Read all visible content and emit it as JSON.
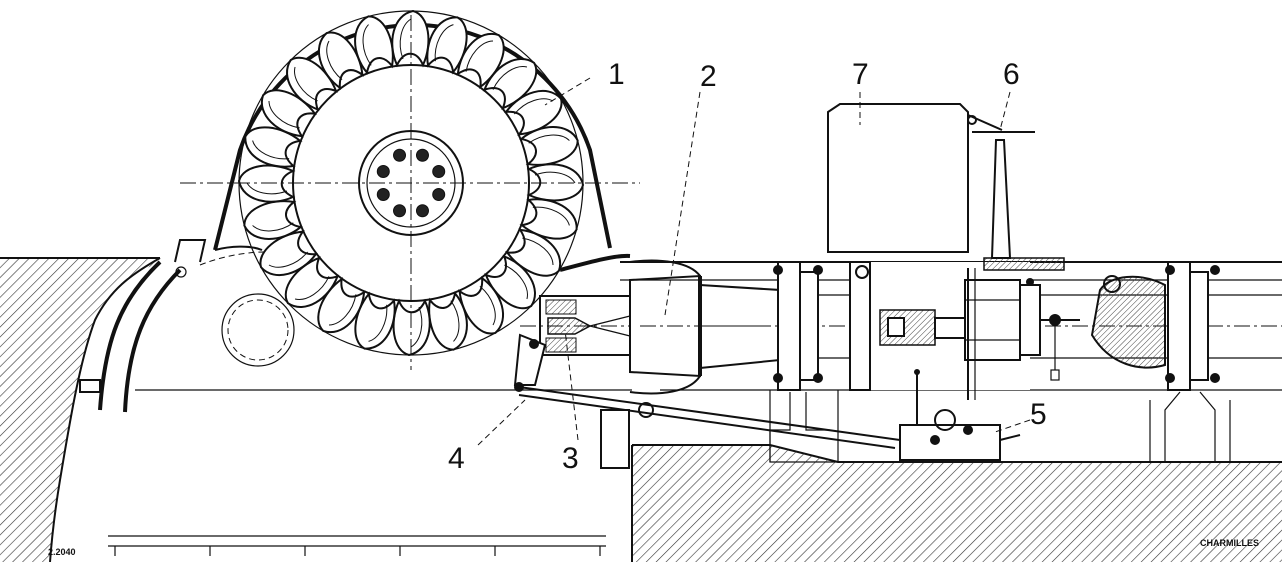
{
  "figure": {
    "drawing_number": "2.2040",
    "credit": "CHARMILLES"
  },
  "callouts": [
    {
      "id": "1",
      "label": "1"
    },
    {
      "id": "2",
      "label": "2"
    },
    {
      "id": "3",
      "label": "3"
    },
    {
      "id": "4",
      "label": "4"
    },
    {
      "id": "5",
      "label": "5"
    },
    {
      "id": "6",
      "label": "6"
    },
    {
      "id": "7",
      "label": "7"
    }
  ]
}
